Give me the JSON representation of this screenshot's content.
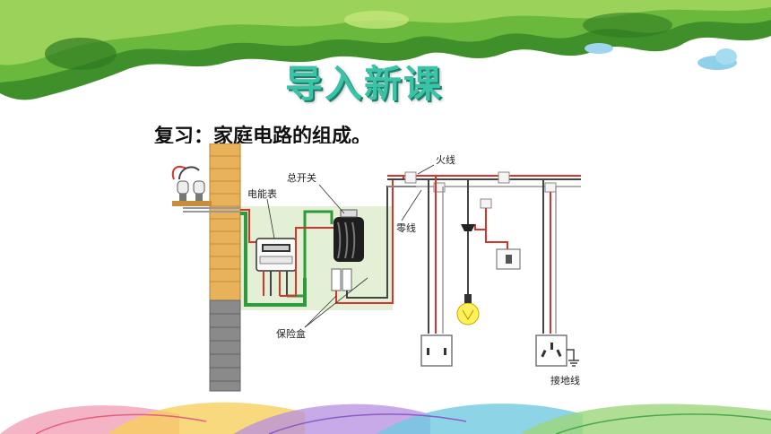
{
  "slide": {
    "title": "导入新课",
    "subtitle": "复习：家庭电路的组成。"
  },
  "diagram": {
    "labels": {
      "meter": "电能表",
      "main_switch": "总开关",
      "fuse_box": "保险盒",
      "live_wire": "火线",
      "neutral_wire": "零线",
      "ground_wire": "接地线"
    }
  },
  "colors": {
    "title": "#3cc2a6",
    "live_wire": "#d9342b",
    "ground_wire": "#2e9a3c",
    "panel_bg": "#e3f0d5"
  }
}
